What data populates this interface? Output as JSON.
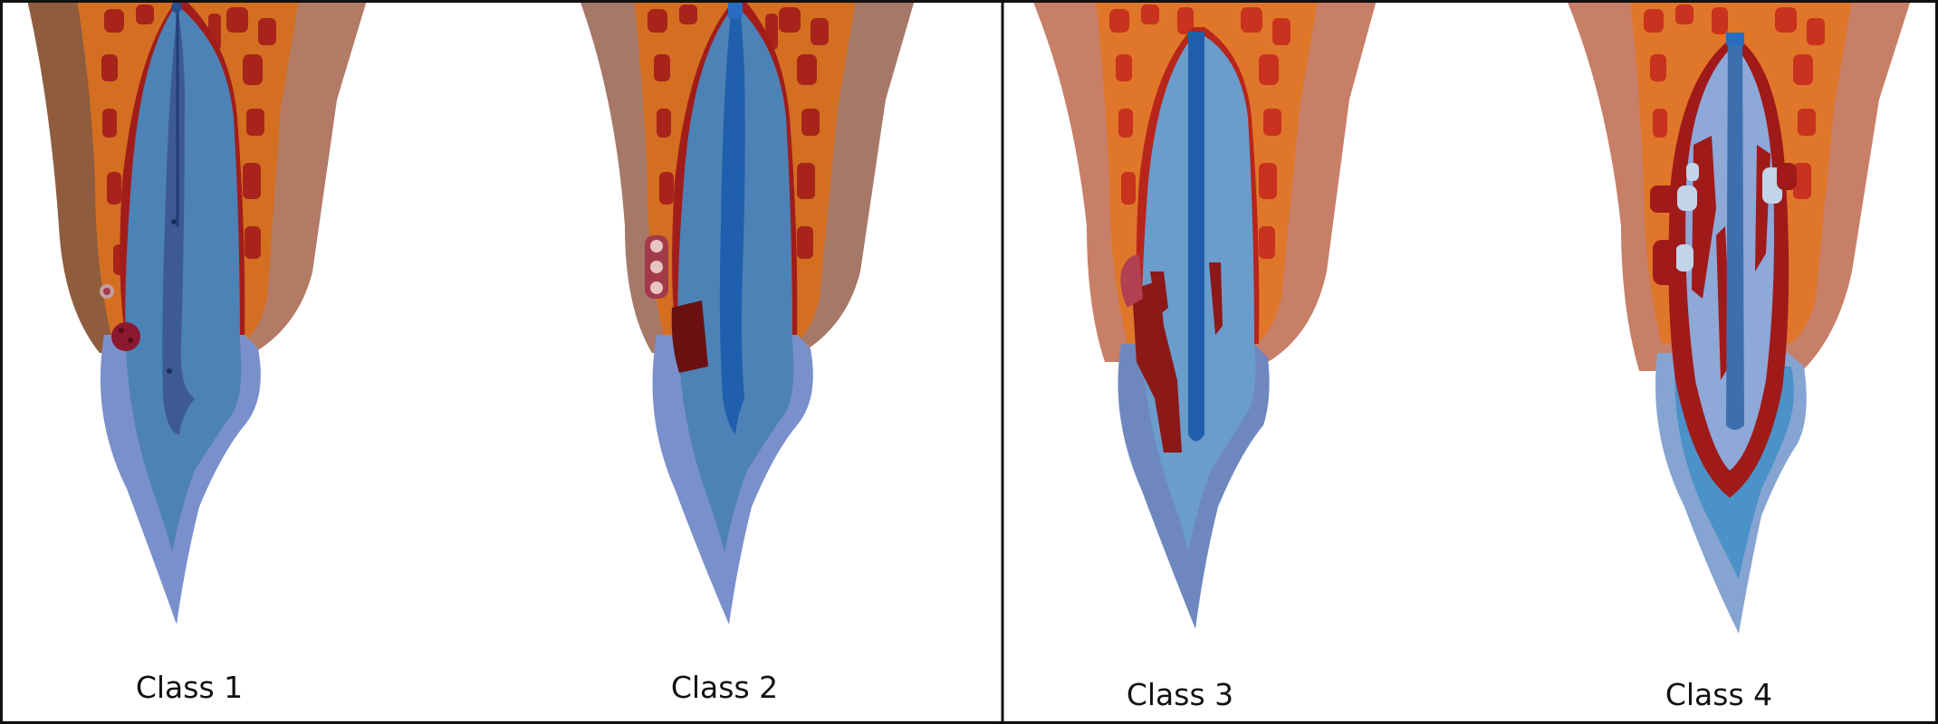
{
  "figure": {
    "panels": [
      {
        "label": "Class 1"
      },
      {
        "label": "Class 2"
      },
      {
        "label": "Class 3"
      },
      {
        "label": "Class 4"
      }
    ]
  },
  "colors": {
    "background": "#ffffff",
    "border": "#111111",
    "gingiva": "#b97a6a",
    "gingiva_dark": "#7a5040",
    "bone": "#d9711f",
    "marrow": "#a8241a",
    "pdl_ring": "#a21d1a",
    "root_dentin": "#4d82b6",
    "pulp": "#1f5fad",
    "pulp_dark": "#3b5a90",
    "enamel": "#7a90cc",
    "resorption": "#8c1818",
    "resorption_dark": "#6a1010"
  }
}
